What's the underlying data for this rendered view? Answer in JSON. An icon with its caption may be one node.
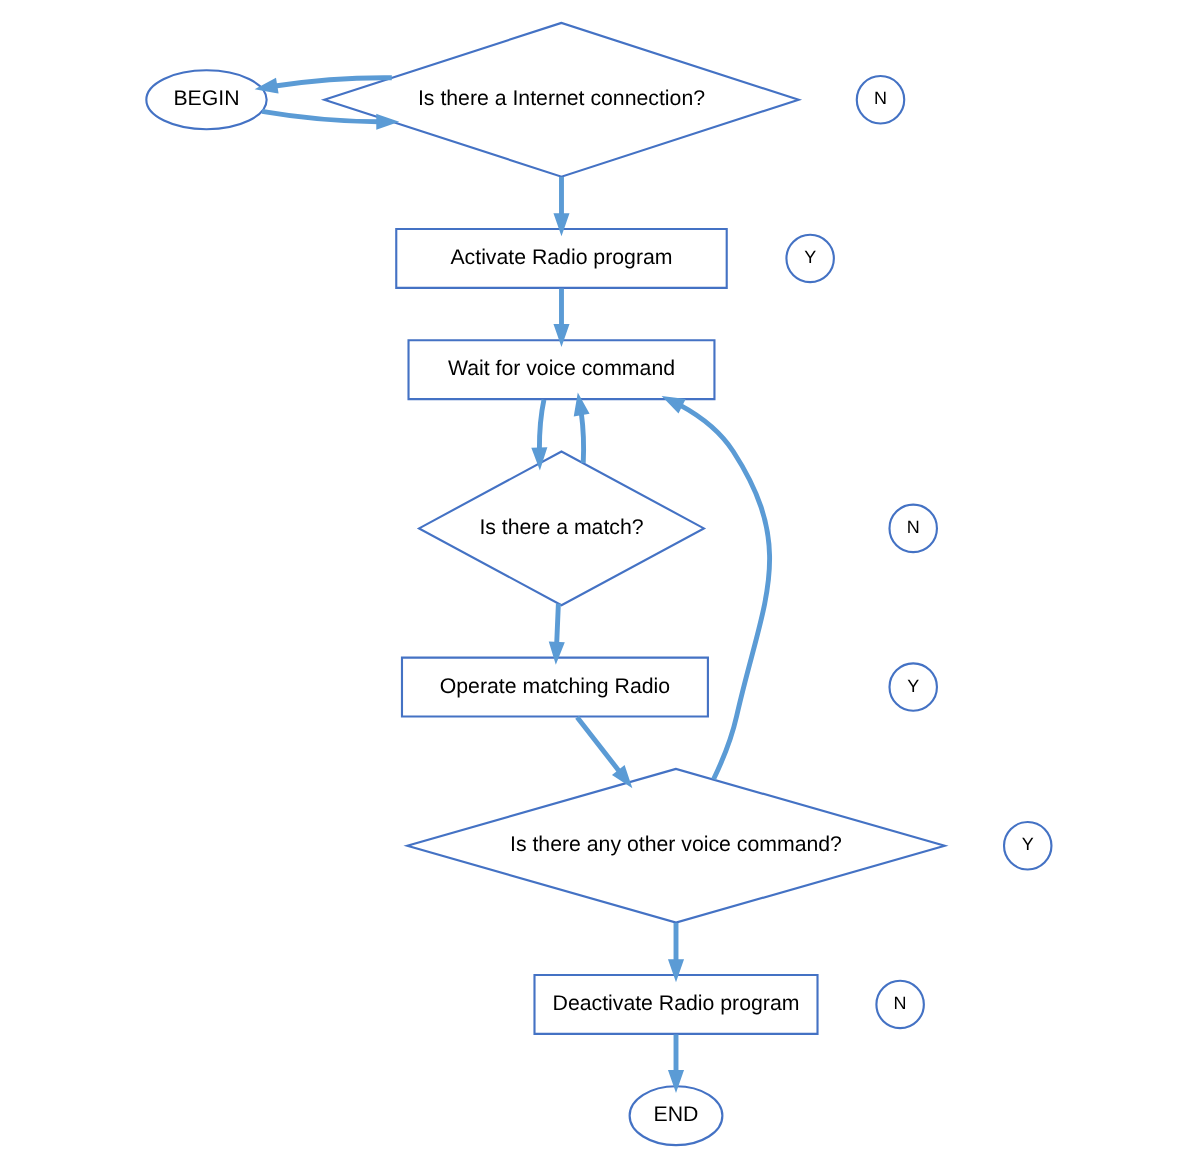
{
  "diagram": {
    "nodes": [
      {
        "text": [
          "BEGIN"
        ]
      },
      {
        "text": [
          "Is there a Internet connection?"
        ]
      },
      {
        "text": [
          "N"
        ]
      },
      {
        "text": [
          "Activate Radio program"
        ]
      },
      {
        "text": [
          "Y"
        ]
      },
      {
        "text": [
          "Wait for voice command"
        ]
      },
      {
        "text": [
          "Is there a match?"
        ]
      },
      {
        "text": [
          "N"
        ]
      },
      {
        "text": [
          "Y"
        ]
      },
      {
        "text": [
          "Y"
        ]
      },
      {
        "text": [
          "Is there any other voice command?"
        ]
      },
      {
        "text": [
          "Operate matching Radio"
        ]
      },
      {
        "text": [
          "Deactivate Radio program"
        ]
      },
      {
        "text": [
          "N"
        ]
      },
      {
        "text": [
          "END"
        ]
      }
    ],
    "edges": [
      {
        "from": 0,
        "to": 1,
        "arrow": "to"
      },
      {
        "from": 1,
        "to": 0,
        "arrow": "to"
      },
      {
        "from": 1,
        "to": 3,
        "arrow": "to"
      },
      {
        "from": 3,
        "to": 5,
        "arrow": "to"
      },
      {
        "from": 5,
        "to": 6,
        "arrow": "to"
      },
      {
        "from": 6,
        "to": 5,
        "arrow": "to"
      },
      {
        "from": 6,
        "to": 11,
        "arrow": "to"
      },
      {
        "from": 11,
        "to": 10,
        "arrow": "to"
      },
      {
        "from": 10,
        "to": 5,
        "arrow": "to"
      },
      {
        "from": 10,
        "to": 12,
        "arrow": "to"
      },
      {
        "from": 12,
        "to": 14,
        "arrow": "to"
      }
    ]
  }
}
